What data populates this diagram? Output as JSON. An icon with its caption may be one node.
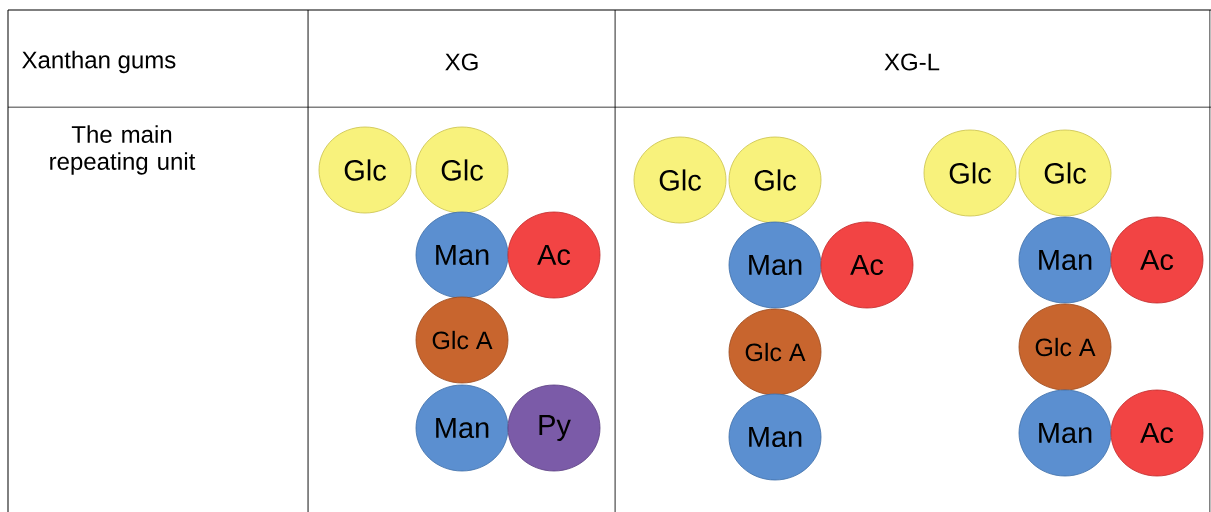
{
  "diagram": {
    "nodes": [
      {
        "text": [
          "Glc"
        ]
      },
      {
        "text": [
          "Glc"
        ]
      },
      {
        "text": [
          "Man"
        ]
      },
      {
        "text": [
          "Ac"
        ]
      },
      {
        "text": [
          "Glc A"
        ]
      },
      {
        "text": [
          "Man"
        ]
      },
      {
        "text": [
          "Py"
        ]
      },
      {
        "text": [
          "Glc"
        ]
      },
      {
        "text": [
          "Glc"
        ]
      },
      {
        "text": [
          "Man"
        ]
      },
      {
        "text": [
          "Ac"
        ]
      },
      {
        "text": [
          "Glc A"
        ]
      },
      {
        "text": [
          "Man"
        ]
      },
      {
        "text": [
          "Glc"
        ]
      },
      {
        "text": [
          "Glc"
        ]
      },
      {
        "text": [
          "Man"
        ]
      },
      {
        "text": [
          "Ac"
        ]
      },
      {
        "text": [
          "Glc A"
        ]
      },
      {
        "text": [
          "Man"
        ]
      },
      {
        "text": [
          "Ac"
        ]
      }
    ],
    "labels": [
      "Xanthan gums",
      "XG",
      "XG-L",
      "The main repeating unit"
    ]
  }
}
